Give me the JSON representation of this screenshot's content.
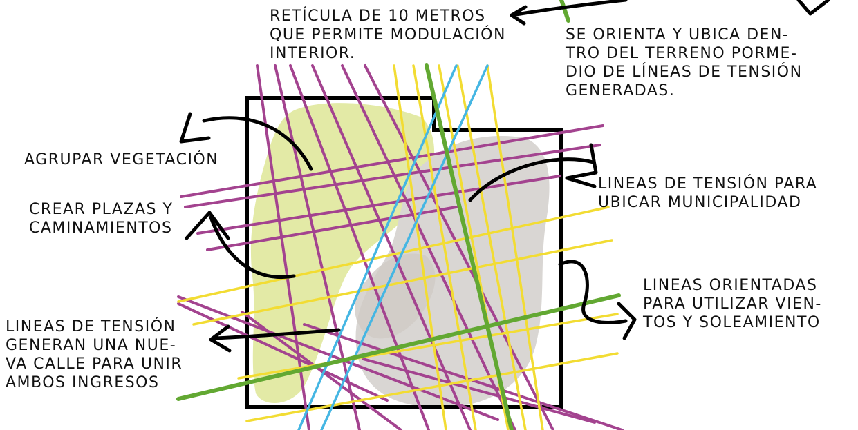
{
  "colors": {
    "background": "#ffffff",
    "site_outline": "#000000",
    "tension_lines": "#a3438f",
    "wind_sun_lines": "#f2dc33",
    "street_lines": "#62a832",
    "blue_lines": "#45b6e3",
    "vegetation_zone": "#e3eaa6",
    "built_zone": "#d9d6d3",
    "annotation_ink": "#111111"
  },
  "annotations": {
    "grid_10m": [
      "RETÍCULA DE 10 METROS",
      "QUE PERMITE MODULACIÓN",
      "INTERIOR."
    ],
    "orientation": [
      "SE ORIENTA Y UBICA DEN-",
      "TRO DEL TERRENO PORME-",
      "DIO DE LÍNEAS DE TENSIÓN",
      "GENERADAS."
    ],
    "group_vegetation": [
      "AGRUPAR VEGETACIÓN"
    ],
    "plazas": [
      "CREAR PLAZAS Y",
      "CAMINAMIENTOS"
    ],
    "municipality": [
      "LINEAS DE TENSIÓN PARA",
      "UBICAR MUNICIPALIDAD"
    ],
    "winds": [
      "LINEAS ORIENTADAS",
      "PARA UTILIZAR VIEN-",
      "TOS Y SOLEAMIENTO"
    ],
    "new_street": [
      "LINEAS DE TENSIÓN",
      "GENERAN UNA NUE-",
      "VA CALLE PARA UNIR",
      "AMBOS INGRESOS"
    ]
  }
}
